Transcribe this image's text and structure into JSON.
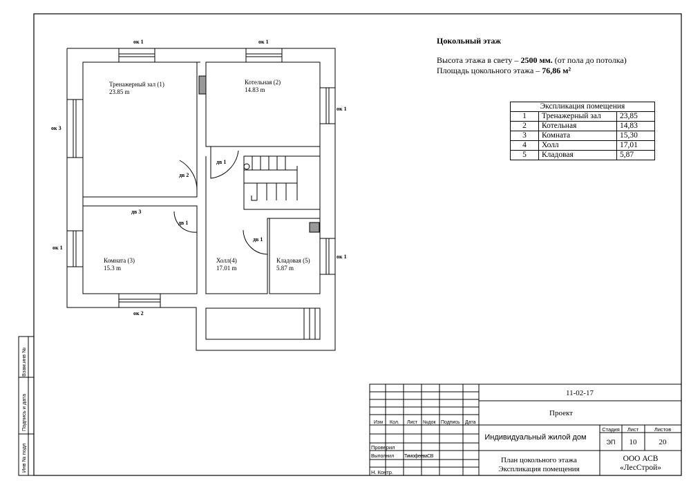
{
  "info": {
    "title": "Цокольный этаж",
    "height_prefix": "Высота этажа в свету – ",
    "height_value": "2500 мм.",
    "height_suffix": " (от пола до потолка)",
    "area_prefix": "Площадь цокольного этажа – ",
    "area_value": "76,86 м²"
  },
  "explication": {
    "header": "Экспликация помещения",
    "rows": [
      {
        "num": "1",
        "name": "Тренажерный зал",
        "area": "23,85"
      },
      {
        "num": "2",
        "name": "Котельная",
        "area": "14,83"
      },
      {
        "num": "3",
        "name": "Комната",
        "area": "15,30"
      },
      {
        "num": "4",
        "name": "Холл",
        "area": "17,01"
      },
      {
        "num": "5",
        "name": "Кладовая",
        "area": "5,87"
      }
    ]
  },
  "plan": {
    "rooms": [
      {
        "name": "Тренажерный зал (1)",
        "area": "23.85 m"
      },
      {
        "name": "Котельная (2)",
        "area": "14.83 m"
      },
      {
        "name": "Комната (3)",
        "area": "15.3 m"
      },
      {
        "name": "Холл(4)",
        "area": "17.01 m"
      },
      {
        "name": "Кладовая (5)",
        "area": "5.87 m"
      }
    ],
    "windows": {
      "ok1_top_left": "ок 1",
      "ok1_top_right": "ок 1",
      "ok1_right_upper": "ок 1",
      "ok3_left": "ок 3",
      "ok1_left_lower": "ок 1",
      "ok1_right_lower": "ок 1",
      "ok2_bottom": "ок 2"
    },
    "doors": {
      "dv2": "дв 2",
      "dv1_boiler": "дв 1",
      "dv3": "дв 3",
      "dv1_room": "дв 1",
      "dv1_storage": "дв 1"
    }
  },
  "side_stamp": {
    "vzam": "Взам.инв №",
    "podpis": "Подпись и дата",
    "inv": "Инв № подл"
  },
  "stamp": {
    "code": "11-02-17",
    "stage_title": "Проект",
    "object": "Индивидуальный жилой дом",
    "sheet_title_1": "План цокольного этажа",
    "sheet_title_2": "Экспликация помещения",
    "company_1": "ООО АСВ",
    "company_2": "«ЛесСтрой»",
    "h_izm": "Изм",
    "h_kol": "Кол.",
    "h_list": "Лист",
    "h_ndoc": "№док",
    "h_podpis": "Подпись",
    "h_data": "Дата",
    "proveril": "Проверил",
    "vypolnil": "Выполнил",
    "performer": "ТимофееваСВ",
    "nkontr": "Н. Контр.",
    "stadia_h": "Стадия",
    "list_h": "Лист",
    "listov_h": "Листов",
    "stadia": "ЭП",
    "list": "10",
    "listov": "20"
  }
}
